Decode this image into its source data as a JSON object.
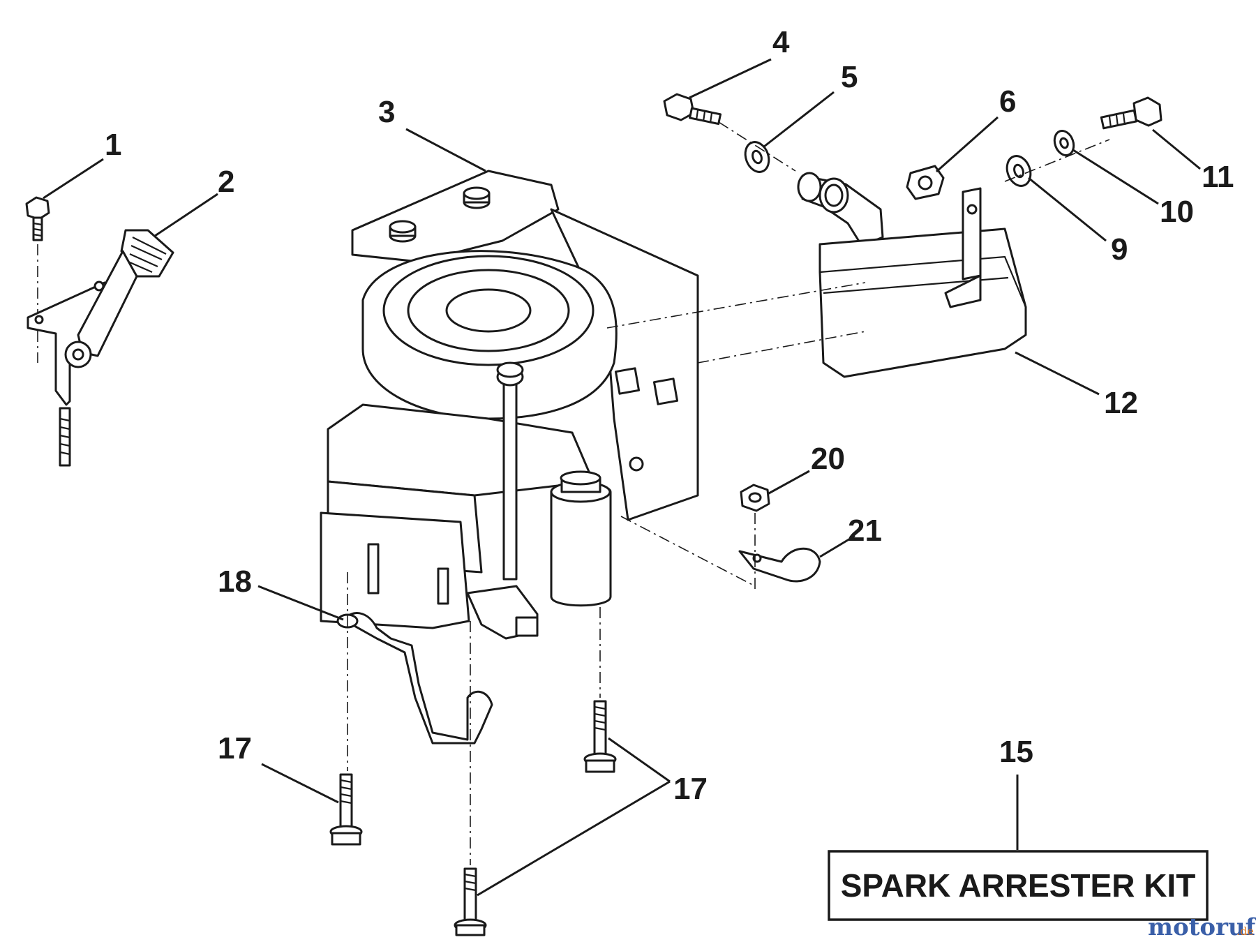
{
  "callouts": {
    "c1": "1",
    "c2": "2",
    "c3": "3",
    "c4": "4",
    "c5": "5",
    "c6": "6",
    "c9": "9",
    "c10": "10",
    "c11": "11",
    "c12": "12",
    "c15": "15",
    "c17a": "17",
    "c17b": "17",
    "c18": "18",
    "c20": "20",
    "c21": "21"
  },
  "kit_label": "SPARK ARRESTER KIT",
  "watermark": {
    "main": "motoruf",
    "tld": ".de"
  },
  "colors": {
    "ink": "#1a1a1a",
    "paper": "#ffffff",
    "watermark_blue": "#3a5fa8",
    "watermark_orange": "#e07a1f"
  }
}
